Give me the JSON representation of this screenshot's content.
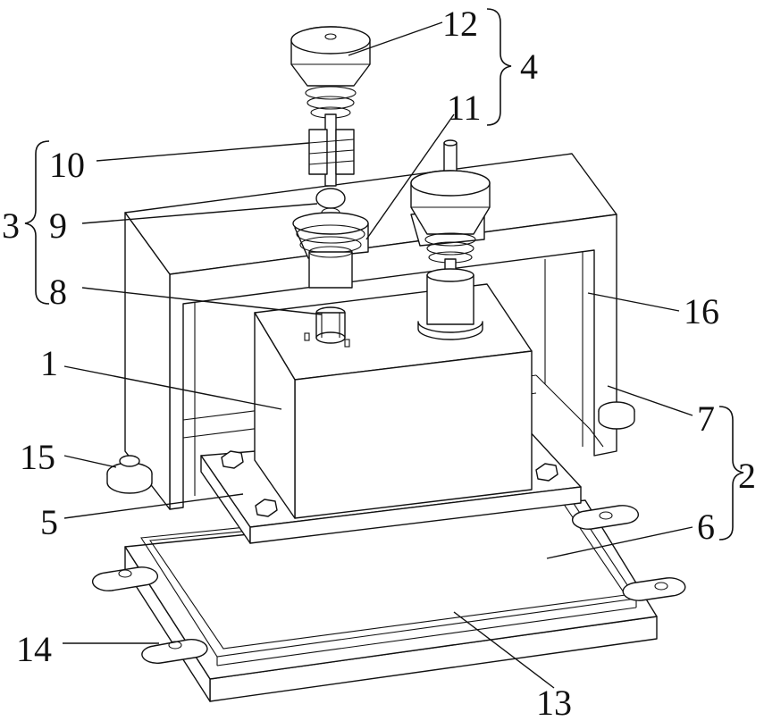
{
  "figure": {
    "labels": {
      "l1": "1",
      "l2": "2",
      "l3": "3",
      "l4": "4",
      "l5": "5",
      "l6": "6",
      "l7": "7",
      "l8": "8",
      "l9": "9",
      "l10": "10",
      "l11": "11",
      "l12": "12",
      "l13": "13",
      "l14": "14",
      "l15": "15",
      "l16": "16"
    }
  }
}
